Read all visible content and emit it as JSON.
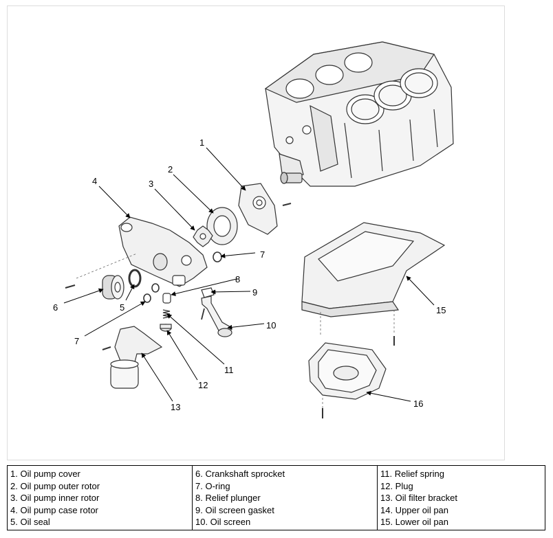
{
  "diagram": {
    "callouts": [
      "1",
      "2",
      "3",
      "4",
      "5",
      "6",
      "7",
      "7",
      "8",
      "9",
      "10",
      "11",
      "12",
      "13",
      "15",
      "16"
    ]
  },
  "legend": {
    "columns": [
      [
        "1. Oil pump cover",
        "2. Oil pump outer rotor",
        "3. Oil pump inner rotor",
        "4. Oil pump case rotor",
        "5. Oil seal"
      ],
      [
        "6. Crankshaft sprocket",
        "7. O-ring",
        "8. Relief plunger",
        "9. Oil screen gasket",
        "10. Oil screen"
      ],
      [
        "11. Relief spring",
        "12. Plug",
        "13. Oil filter bracket",
        "14. Upper oil pan",
        "15. Lower oil pan"
      ]
    ]
  }
}
